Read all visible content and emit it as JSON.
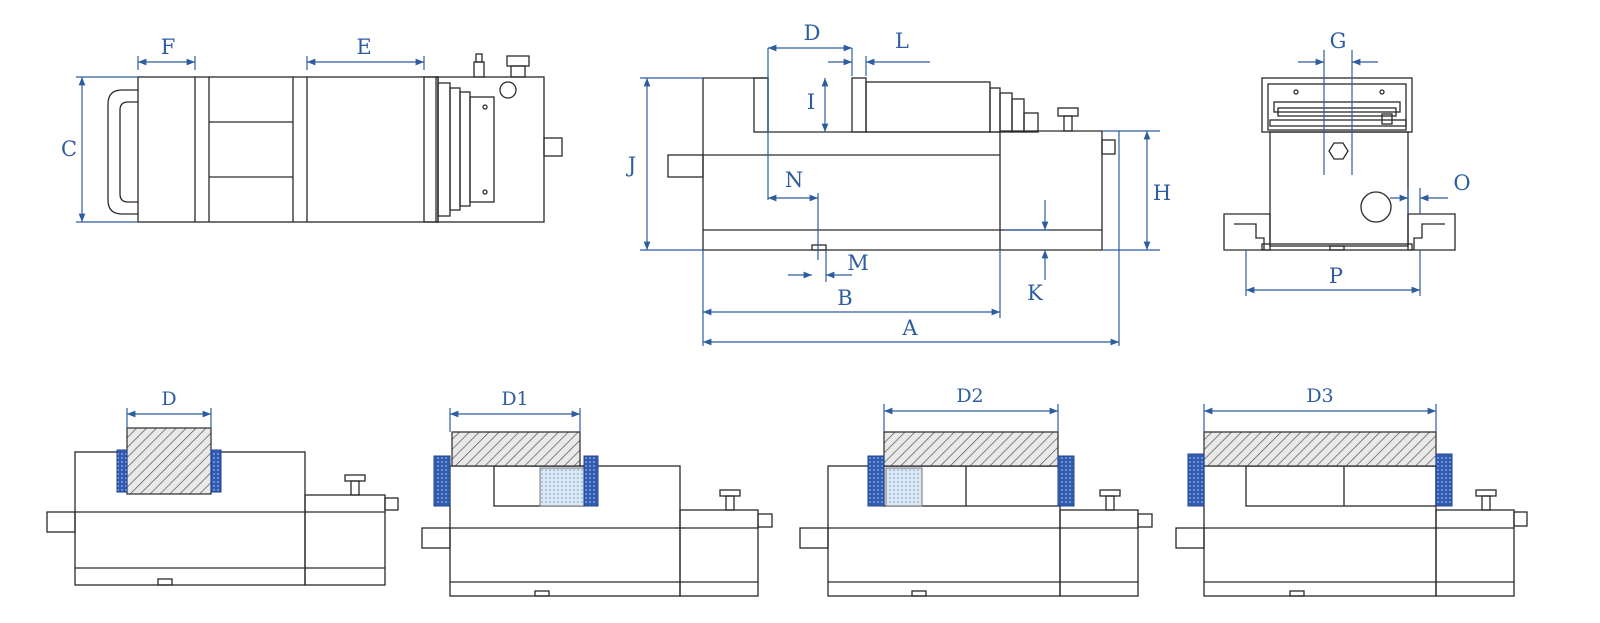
{
  "figure": {
    "top_view_labels": {
      "F": "F",
      "E": "E",
      "C": "C"
    },
    "side_view_labels": {
      "D": "D",
      "L": "L",
      "I": "I",
      "J": "J",
      "N": "N",
      "H": "H",
      "M": "M",
      "B": "B",
      "K": "K",
      "A": "A"
    },
    "end_view_labels": {
      "G": "G",
      "O": "O",
      "P": "P"
    },
    "config_labels": [
      "D",
      "D1",
      "D2",
      "D3"
    ]
  },
  "colors": {
    "outline": "#2a2a2a",
    "dimension": "#2e5d9f",
    "jaw_insert": "#2f5bb0",
    "workpiece_hatch": "#555555",
    "background": "#ffffff"
  }
}
